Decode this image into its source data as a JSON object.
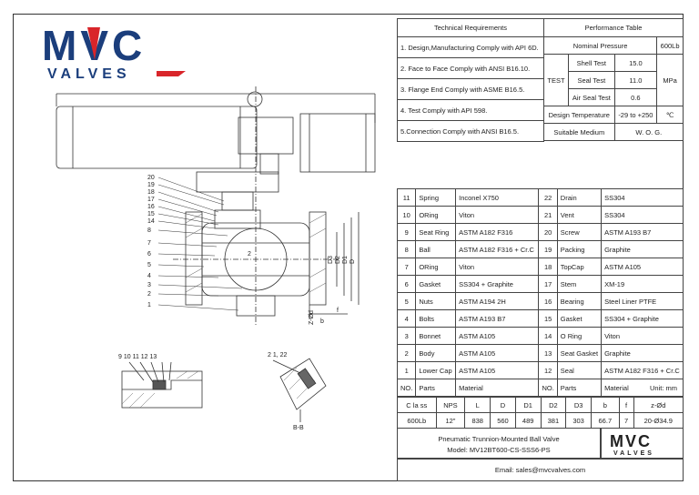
{
  "logo": {
    "brand": "MVC",
    "sub": "VALVES"
  },
  "tech": {
    "title": "Technical Requirements",
    "items": [
      "1. Design,Manufacturing Comply with API 6D.",
      "2. Face to Face Comply with ANSI B16.10.",
      "3. Flange End Comply with ASME B16.5.",
      "4. Test Comply with API 598.",
      "5.Connection Comply with ANSI B16.5."
    ]
  },
  "perf": {
    "title": "Performance Table",
    "nominal_label": "Nominal Pressure",
    "nominal_value": "600Lb",
    "test_label": "TEST",
    "shell_label": "Shell Test",
    "shell_value": "15.0",
    "seal_label": "Seal Test",
    "seal_value": "11.0",
    "unit": "MPa",
    "air_label": "Air Seal Test",
    "air_value": "0.6",
    "temp_label": "Design Temperature",
    "temp_value": "-29 to +250",
    "temp_unit": "℃",
    "medium_label": "Suitable Medium",
    "medium_value": "W. O. G."
  },
  "parts": {
    "rows": [
      {
        "ln": "11",
        "lp": "Spring",
        "lm": "Inconel X750",
        "rn": "22",
        "rp": "Drain",
        "rm": "SS304"
      },
      {
        "ln": "10",
        "lp": "ORing",
        "lm": "Viton",
        "rn": "21",
        "rp": "Vent",
        "rm": "SS304"
      },
      {
        "ln": "9",
        "lp": "Seat  Ring",
        "lm": "ASTM A182 F316",
        "rn": "20",
        "rp": "Screw",
        "rm": "ASTM   A193   B7"
      },
      {
        "ln": "8",
        "lp": "Ball",
        "lm": "ASTM A182 F316 + Cr.C",
        "rn": "19",
        "rp": "Packing",
        "rm": "Graphite"
      },
      {
        "ln": "7",
        "lp": "ORing",
        "lm": " Viton",
        "rn": "18",
        "rp": "TopCap",
        "rm": "ASTM A105"
      },
      {
        "ln": "6",
        "lp": "Gasket",
        "lm": "SS304 + Graphite",
        "rn": "17",
        "rp": "Stem",
        "rm": "XM-19"
      },
      {
        "ln": "5",
        "lp": "Nuts",
        "lm": "ASTM A194 2H",
        "rn": "16",
        "rp": "Bearing",
        "rm": "Steel Liner PTFE"
      },
      {
        "ln": "4",
        "lp": "Bolts",
        "lm": "ASTM A193 B7",
        "rn": "15",
        "rp": "Gasket",
        "rm": "SS304 + Graphite"
      },
      {
        "ln": "3",
        "lp": "Bonnet",
        "lm": "ASTM A105",
        "rn": "14",
        "rp": "O Ring",
        "rm": "Viton"
      },
      {
        "ln": "2",
        "lp": "Body",
        "lm": "ASTM A105",
        "rn": "13",
        "rp": "Seat  Gasket",
        "rm": "Graphite"
      },
      {
        "ln": "1",
        "lp": "Lower Cap",
        "lm": "ASTM A105",
        "rn": "12",
        "rp": "Seal",
        "rm": "ASTM A182 F316 + Cr.C"
      },
      {
        "ln": "NO.",
        "lp": "Parts",
        "lm": "Material",
        "rn": "NO.",
        "rp": "Parts",
        "rm": "Material"
      }
    ]
  },
  "dims": {
    "unit": "Unit: mm",
    "headers": [
      "C la ss",
      "NPS",
      "L",
      "D",
      "D1",
      "D2",
      "D3",
      "b",
      "f",
      "z-Ød"
    ],
    "values": [
      "600Lb",
      "12\"",
      "838",
      "560",
      "489",
      "381",
      "303",
      "66.7",
      "7",
      "20-Ø34.9"
    ]
  },
  "title_block": {
    "name": "Pneumatic Trunnion-Mounted Ball Valve",
    "model": "Model: MV12BT600-CS-SSS6-PS",
    "email": "Email: sales@mvcvalves.com"
  },
  "drawing": {
    "callouts_left": [
      "20",
      "19",
      "18",
      "17",
      "16",
      "15",
      "14",
      "8",
      "7",
      "6",
      "5",
      "4",
      "3",
      "2",
      "1"
    ],
    "detail_labels": "9  10 11 12 13",
    "section_labels": "2 1, 22",
    "section_name": "B-B",
    "dim_labels": [
      "D3",
      "D2",
      "D1",
      "D",
      "Z-Ød",
      "b",
      "f",
      "2"
    ]
  }
}
